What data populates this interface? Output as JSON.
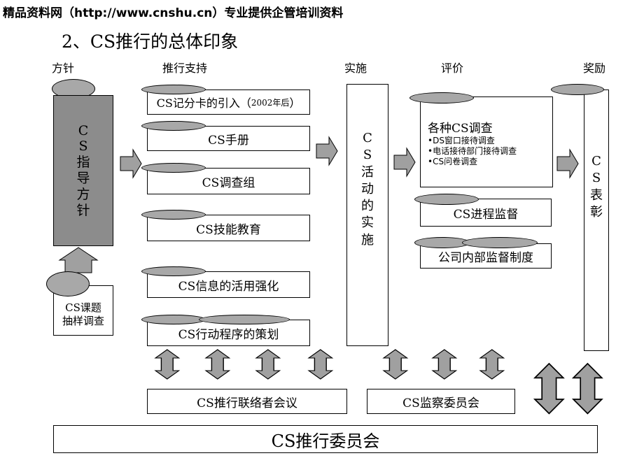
{
  "watermark": "精品资料网（http://www.cnshu.cn）专业提供企管培训资料",
  "title": "2、CS推行的总体印象",
  "headers": {
    "policy": "方针",
    "support": "推行支持",
    "implement": "实施",
    "evaluate": "评价",
    "reward": "奖励"
  },
  "policy": {
    "text": [
      "C",
      "S",
      "指",
      "导",
      "方",
      "针"
    ],
    "survey": [
      "CS课题",
      "抽样调查"
    ]
  },
  "support": {
    "scorecard_main": "CS记分卡的引入（",
    "scorecard_year": "2002年后",
    "scorecard_end": "）",
    "manual": "CS手册",
    "survey_group": "CS调查组",
    "skill_education": "CS技能教育",
    "info_use": "CS信息的活用强化",
    "program_plan": "CS行动程序的策划"
  },
  "implement": {
    "text": [
      "C",
      "S",
      "活",
      "动",
      "的",
      "实",
      "施"
    ]
  },
  "evaluate": {
    "surveys_title": "各种CS调查",
    "surveys_items": [
      "•DS窗口接待调查",
      "•电话接待部门接待调查",
      "•CS问卷调查"
    ],
    "progress": "CS进程监督",
    "internal": "公司内部监督制度"
  },
  "reward": {
    "text": [
      "C",
      "S",
      "表",
      "彰"
    ]
  },
  "bottom": {
    "liaison": "CS推行联络者会议",
    "supervision": "CS监察委员会",
    "committee": "CS推行委员会"
  }
}
